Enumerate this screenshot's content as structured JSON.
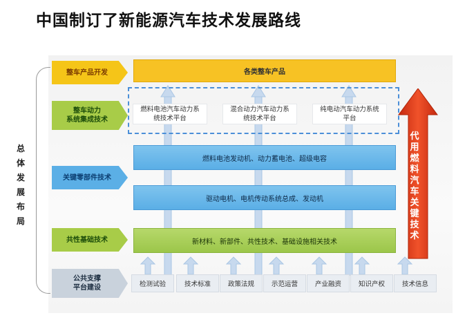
{
  "title": "中国制订了新能源汽车技术发展路线",
  "side_label": "总体发展布局",
  "row_labels": {
    "vehicle": "整车产品开发",
    "powertrain": "整车动力\n系统集成技术",
    "components": "关键零部件技术",
    "common": "共性基础技术",
    "platform": "公共支撑\n平台建设"
  },
  "bars": {
    "vehicle": "各类整车产品",
    "components_1": "燃料电池发动机、动力蓄电池、超级电容",
    "components_2": "驱动电机、电机传动系统总成、发动机",
    "common": "新材料、新部件、共性技术、基础设施相关技术"
  },
  "platforms": [
    "燃料电池汽车动力系统技术平台",
    "混合动力汽车动力系统技术平台",
    "纯电动汽车动力系统平台"
  ],
  "base_items": [
    "检测试验",
    "技术标准",
    "政策法规",
    "示范运营",
    "产业融资",
    "知识产权",
    "技术信息"
  ],
  "big_arrow_text": "代用燃料汽车关键技术",
  "colors": {
    "yellow": "#f7c224",
    "green": "#9cc64a",
    "blue": "#5aaee6",
    "red_arrow": "#e8401c",
    "dashed_border": "#4b8fd8"
  }
}
